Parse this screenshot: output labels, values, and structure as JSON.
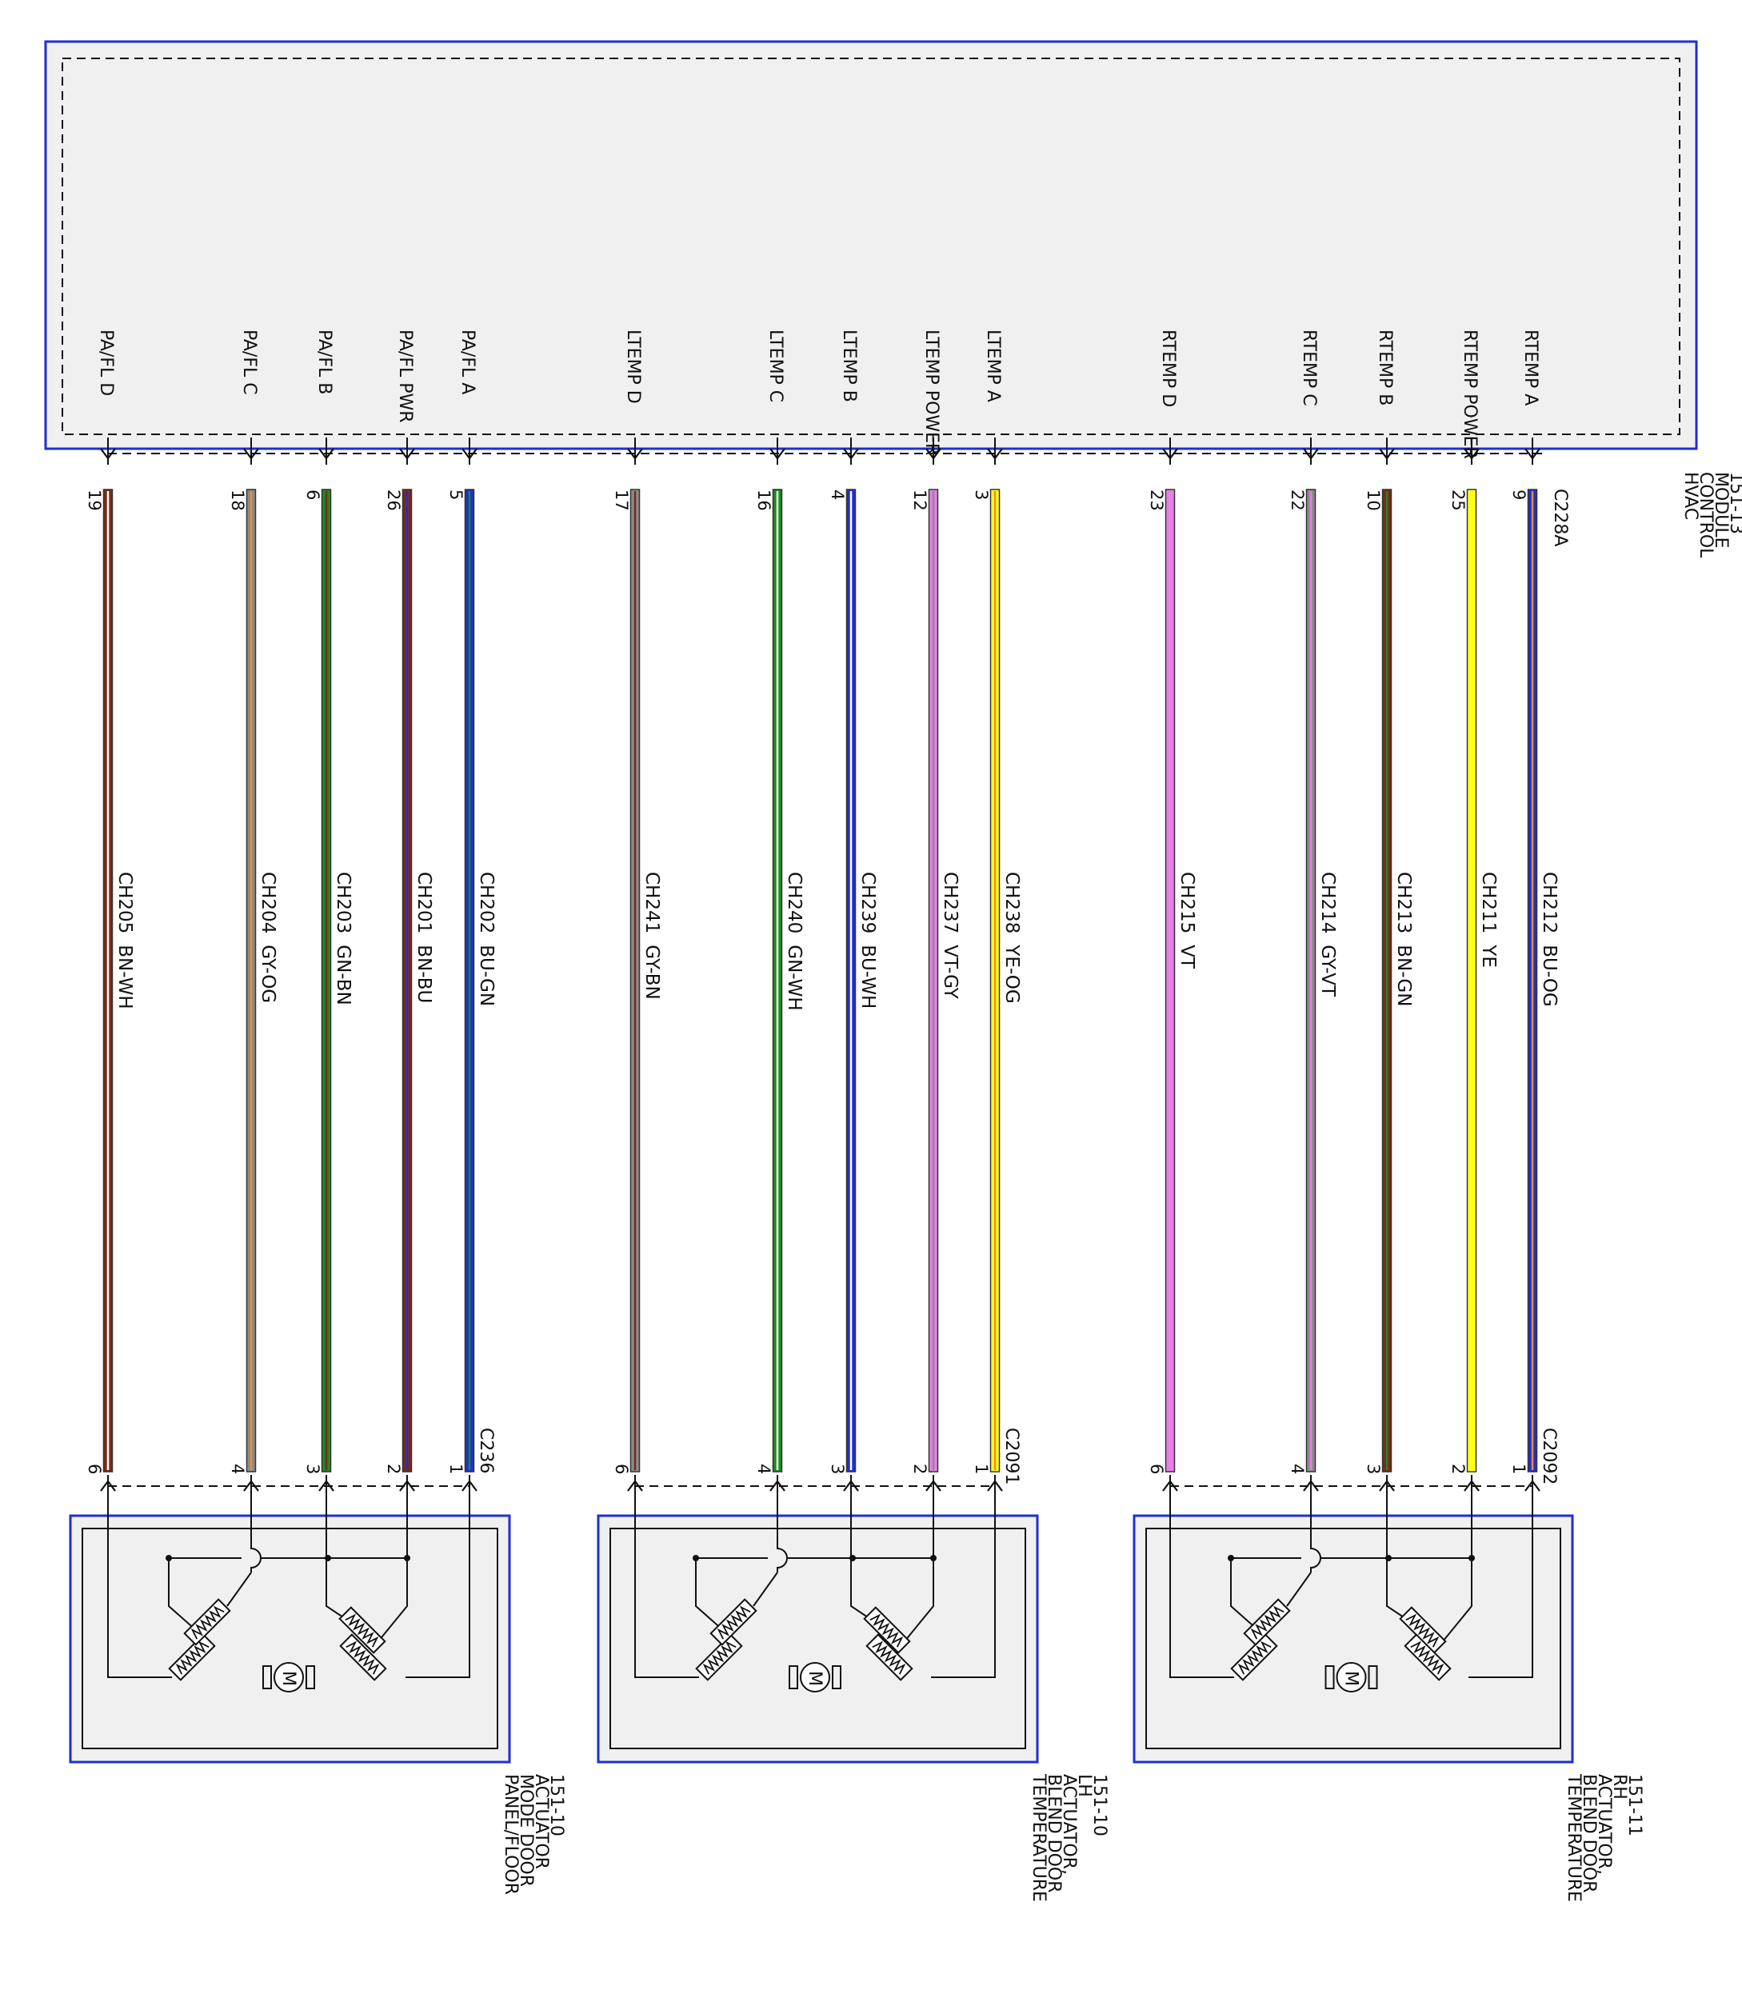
{
  "colors": {
    "BN": "#7a2a1a",
    "WH": "#ffffff",
    "GY": "#8c8c8c",
    "OG": "#f08c2c",
    "GN": "#1f8a1f",
    "BU": "#1f2fd0",
    "VT": "#e67fe6",
    "YE": "#ffff1a",
    "module_border": "#1f2fd0",
    "module_fill": "#f0f0f0"
  },
  "hvac_module": {
    "name_lines": [
      "HVAC",
      "CONTROL",
      "MODULE",
      "151-13"
    ],
    "connector": "C228A"
  },
  "actuators": [
    {
      "id": "pf",
      "name_lines": [
        "PANEL/FLOOR",
        "MODE DOOR",
        "ACTUATOR",
        "151-10"
      ],
      "connector": "C236",
      "motor_symbol": "M",
      "wires": [
        {
          "signal": "PA/FL D",
          "module_pin": "19",
          "circuit": "CH205",
          "color_code": "BN-WH",
          "base": "BN",
          "stripe": "WH",
          "actuator_pin": "6"
        },
        {
          "signal": "PA/FL C",
          "module_pin": "18",
          "circuit": "CH204",
          "color_code": "GY-OG",
          "base": "GY",
          "stripe": "OG",
          "actuator_pin": "4"
        },
        {
          "signal": "PA/FL B",
          "module_pin": "6",
          "circuit": "CH203",
          "color_code": "GN-BN",
          "base": "GN",
          "stripe": "BN",
          "actuator_pin": "3"
        },
        {
          "signal": "PA/FL PWR",
          "module_pin": "26",
          "circuit": "CH201",
          "color_code": "BN-BU",
          "base": "BN",
          "stripe": "BU",
          "actuator_pin": "2"
        },
        {
          "signal": "PA/FL A",
          "module_pin": "5",
          "circuit": "CH202",
          "color_code": "BU-GN",
          "base": "BU",
          "stripe": "GN",
          "actuator_pin": "1"
        }
      ]
    },
    {
      "id": "lh",
      "name_lines": [
        "TEMPERATURE",
        "BLEND DOOR",
        "ACTUATOR,",
        "LH",
        "151-10"
      ],
      "connector": "C2091",
      "motor_symbol": "M",
      "wires": [
        {
          "signal": "LTEMP D",
          "module_pin": "17",
          "circuit": "CH241",
          "color_code": "GY-BN",
          "base": "GY",
          "stripe": "BN",
          "actuator_pin": "6"
        },
        {
          "signal": "LTEMP C",
          "module_pin": "16",
          "circuit": "CH240",
          "color_code": "GN-WH",
          "base": "GN",
          "stripe": "WH",
          "actuator_pin": "4"
        },
        {
          "signal": "LTEMP B",
          "module_pin": "4",
          "circuit": "CH239",
          "color_code": "BU-WH",
          "base": "BU",
          "stripe": "WH",
          "actuator_pin": "3"
        },
        {
          "signal": "LTEMP POWER",
          "module_pin": "12",
          "circuit": "CH237",
          "color_code": "VT-GY",
          "base": "VT",
          "stripe": "GY",
          "actuator_pin": "2"
        },
        {
          "signal": "LTEMP A",
          "module_pin": "3",
          "circuit": "CH238",
          "color_code": "YE-OG",
          "base": "YE",
          "stripe": "OG",
          "actuator_pin": "1"
        }
      ]
    },
    {
      "id": "rh",
      "name_lines": [
        "TEMPERATURE",
        "BLEND DOOR",
        "ACTUATOR,",
        "RH",
        "151-11"
      ],
      "connector": "C2092",
      "motor_symbol": "M",
      "wires": [
        {
          "signal": "RTEMP D",
          "module_pin": "23",
          "circuit": "CH215",
          "color_code": "VT",
          "base": "VT",
          "stripe": null,
          "actuator_pin": "6"
        },
        {
          "signal": "RTEMP C",
          "module_pin": "22",
          "circuit": "CH214",
          "color_code": "GY-VT",
          "base": "GY",
          "stripe": "VT",
          "actuator_pin": "4"
        },
        {
          "signal": "RTEMP B",
          "module_pin": "10",
          "circuit": "CH213",
          "color_code": "BN-GN",
          "base": "BN",
          "stripe": "GN",
          "actuator_pin": "3"
        },
        {
          "signal": "RTEMP POWER",
          "module_pin": "25",
          "circuit": "CH211",
          "color_code": "YE",
          "base": "YE",
          "stripe": null,
          "actuator_pin": "2"
        },
        {
          "signal": "RTEMP A",
          "module_pin": "9",
          "circuit": "CH212",
          "color_code": "BU-OG",
          "base": "BU",
          "stripe": "OG",
          "actuator_pin": "1"
        }
      ]
    }
  ]
}
